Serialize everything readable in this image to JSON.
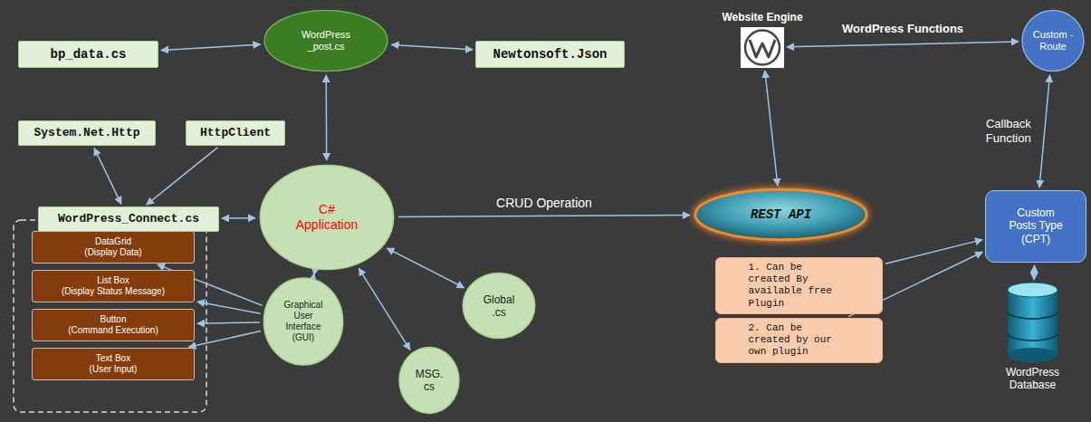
{
  "diagram": {
    "nodes": [
      {
        "text": [
          "bp_data.cs"
        ]
      },
      {
        "text": [
          "WordPress _post.cs"
        ]
      },
      {
        "text": [
          "Newtonsoft.Json"
        ]
      },
      {
        "text": [
          "Website Engine"
        ]
      },
      {
        "text": [
          "Custom -Route"
        ]
      },
      {
        "text": [
          "System.Net.Http"
        ]
      },
      {
        "text": [
          "HttpClient"
        ]
      },
      {
        "text": [
          "WordPress_Connect.cs"
        ]
      },
      {
        "text": [
          "C# Application"
        ]
      },
      {
        "text": [
          "REST API"
        ]
      },
      {
        "text": [
          "Custom Posts Type (CPT)"
        ]
      },
      {
        "text": [
          "1. Can be created By available free Plugin"
        ]
      },
      {
        "text": [
          "2. Can be created by our own plugin"
        ]
      },
      {
        "text": [
          "DataGrid",
          "(Display Data)"
        ]
      },
      {
        "text": [
          "List Box",
          "(Display Status Message)"
        ]
      },
      {
        "text": [
          "Button",
          "(Command Execution)"
        ]
      },
      {
        "text": [
          "Text Box",
          "(User Input)"
        ]
      },
      {
        "text": [
          "Graphical User Interface (GUI)"
        ]
      },
      {
        "text": [
          "Global .cs"
        ]
      },
      {
        "text": [
          "MSG. cs"
        ]
      },
      {
        "text": [
          "WordPress Database"
        ]
      }
    ],
    "edges": [
      {
        "from": 0,
        "to": 1,
        "arrow": "both"
      },
      {
        "from": 2,
        "to": 1,
        "arrow": "both"
      },
      {
        "from": 1,
        "to": 8,
        "arrow": "both"
      },
      {
        "from": 5,
        "to": 7,
        "arrow": "both"
      },
      {
        "from": 6,
        "to": 7,
        "arrow": "to"
      },
      {
        "from": 7,
        "to": 8,
        "arrow": "both"
      },
      {
        "from": 8,
        "to": 9,
        "label": "CRUD Operation",
        "arrow": "to"
      },
      {
        "from": 8,
        "to": 17,
        "arrow": "both"
      },
      {
        "from": 8,
        "to": 19,
        "arrow": "both"
      },
      {
        "from": 8,
        "to": 18,
        "arrow": "both"
      },
      {
        "from": 17,
        "to": 13,
        "arrow": "to"
      },
      {
        "from": 17,
        "to": 14,
        "arrow": "to"
      },
      {
        "from": 17,
        "to": 15,
        "arrow": "to"
      },
      {
        "from": 17,
        "to": 16,
        "arrow": "to"
      },
      {
        "from": 3,
        "to": 9,
        "arrow": "both"
      },
      {
        "from": 3,
        "to": 4,
        "label": "WordPress Functions",
        "arrow": "both"
      },
      {
        "from": 4,
        "to": 10,
        "label": "Callback Function",
        "arrow": "both"
      },
      {
        "from": 11,
        "to": 10,
        "arrow": "to"
      },
      {
        "from": 12,
        "to": 10,
        "arrow": "to"
      },
      {
        "from": 10,
        "to": 20,
        "arrow": "both"
      }
    ]
  }
}
